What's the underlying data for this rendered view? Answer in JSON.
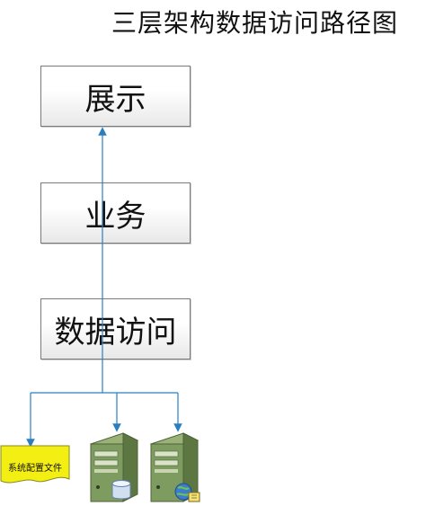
{
  "title": "三层架构数据访问路径图",
  "layers": {
    "display": "展示",
    "business": "业务",
    "data_access": "数据访问"
  },
  "config_file": {
    "label": "系统配置文件"
  },
  "colors": {
    "arrow": "#2a7fc1",
    "document_fill": "#f4ef12",
    "box_border": "#7a7a7a",
    "server_body": "#6e8a52"
  },
  "icons": {
    "config_document": "document-icon",
    "db_server": "database-server-icon",
    "web_server": "web-server-icon"
  }
}
